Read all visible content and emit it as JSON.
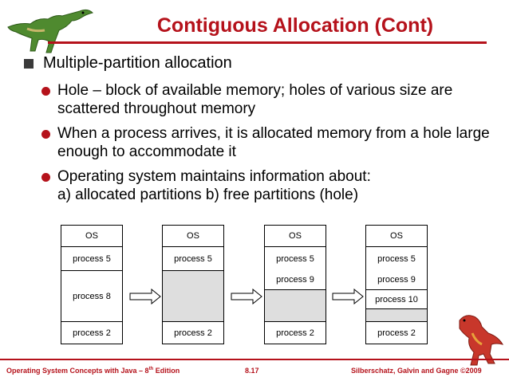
{
  "title": "Contiguous Allocation (Cont)",
  "bullets": {
    "main": "Multiple-partition allocation",
    "items": [
      "Hole – block of available memory; holes of various size are scattered throughout memory",
      "When a process arrives, it is allocated memory from a hole large enough to accommodate it",
      "Operating system maintains information about:\na) allocated partitions    b) free partitions (hole)"
    ]
  },
  "diagrams": [
    {
      "os": "OS",
      "p5": "process 5",
      "mid": "process 8",
      "bottom": "process 2"
    },
    {
      "os": "OS",
      "p5": "process 5",
      "bottom": "process 2"
    },
    {
      "os": "OS",
      "p5": "process 5",
      "p9": "process 9",
      "bottom": "process 2"
    },
    {
      "os": "OS",
      "p5": "process 5",
      "p9": "process 9",
      "p10": "process 10",
      "bottom": "process 2"
    }
  ],
  "footer": {
    "left_main": "Operating System Concepts  with Java – 8",
    "left_sup": "th",
    "left_tail": " Edition",
    "center": "8.17",
    "right": "Silberschatz, Galvin and Gagne ©2009"
  },
  "colors": {
    "accent": "#b5121b",
    "hole": "#dedede"
  },
  "icons": [
    "dinosaur-logo-icon",
    "dinosaur-mascot-icon",
    "right-arrow-icon"
  ]
}
